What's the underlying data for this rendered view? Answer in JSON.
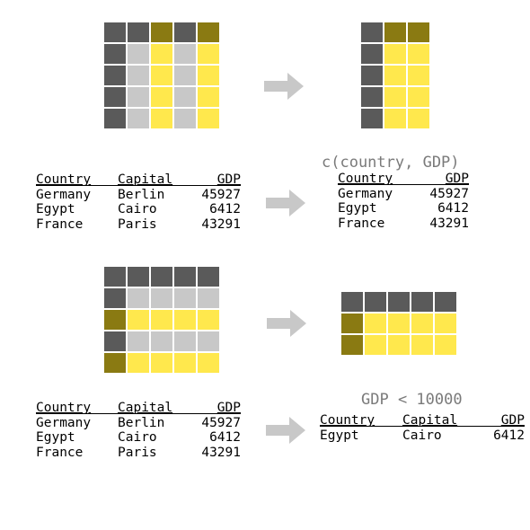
{
  "colors": {
    "dark": "#5a5a5a",
    "light": "#c8c8c8",
    "yellow": "#ffe84d",
    "olive": "#8a7a12",
    "arrow": "#c8c8c8",
    "caption": "#7a7a7a"
  },
  "select_panel": {
    "caption": "c(country, GDP)",
    "source_grid": [
      [
        "dark",
        "dark",
        "olive",
        "dark",
        "olive"
      ],
      [
        "dark",
        "light",
        "yellow",
        "light",
        "yellow"
      ],
      [
        "dark",
        "light",
        "yellow",
        "light",
        "yellow"
      ],
      [
        "dark",
        "light",
        "yellow",
        "light",
        "yellow"
      ],
      [
        "dark",
        "light",
        "yellow",
        "light",
        "yellow"
      ]
    ],
    "result_grid": [
      [
        "dark",
        "olive",
        "olive"
      ],
      [
        "dark",
        "yellow",
        "yellow"
      ],
      [
        "dark",
        "yellow",
        "yellow"
      ],
      [
        "dark",
        "yellow",
        "yellow"
      ],
      [
        "dark",
        "yellow",
        "yellow"
      ]
    ],
    "source_table": {
      "headers": [
        "Country",
        "Capital",
        "GDP"
      ],
      "rows": [
        [
          "Germany",
          "Berlin",
          "45927"
        ],
        [
          "Egypt",
          "Cairo",
          "6412"
        ],
        [
          "France",
          "Paris",
          "43291"
        ]
      ]
    },
    "result_table": {
      "headers": [
        "Country",
        "GDP"
      ],
      "rows": [
        [
          "Germany",
          "45927"
        ],
        [
          "Egypt",
          "6412"
        ],
        [
          "France",
          "43291"
        ]
      ]
    }
  },
  "filter_panel": {
    "caption": "GDP < 10000",
    "source_grid": [
      [
        "dark",
        "dark",
        "dark",
        "dark",
        "dark"
      ],
      [
        "dark",
        "light",
        "light",
        "light",
        "light"
      ],
      [
        "olive",
        "yellow",
        "yellow",
        "yellow",
        "yellow"
      ],
      [
        "dark",
        "light",
        "light",
        "light",
        "light"
      ],
      [
        "olive",
        "yellow",
        "yellow",
        "yellow",
        "yellow"
      ]
    ],
    "result_grid": [
      [
        "dark",
        "dark",
        "dark",
        "dark",
        "dark"
      ],
      [
        "olive",
        "yellow",
        "yellow",
        "yellow",
        "yellow"
      ],
      [
        "olive",
        "yellow",
        "yellow",
        "yellow",
        "yellow"
      ]
    ],
    "source_table": {
      "headers": [
        "Country",
        "Capital",
        "GDP"
      ],
      "rows": [
        [
          "Germany",
          "Berlin",
          "45927"
        ],
        [
          "Egypt",
          "Cairo",
          "6412"
        ],
        [
          "France",
          "Paris",
          "43291"
        ]
      ]
    },
    "result_table": {
      "headers": [
        "Country",
        "Capital",
        "GDP"
      ],
      "rows": [
        [
          "Egypt",
          "Cairo",
          "6412"
        ]
      ]
    }
  }
}
